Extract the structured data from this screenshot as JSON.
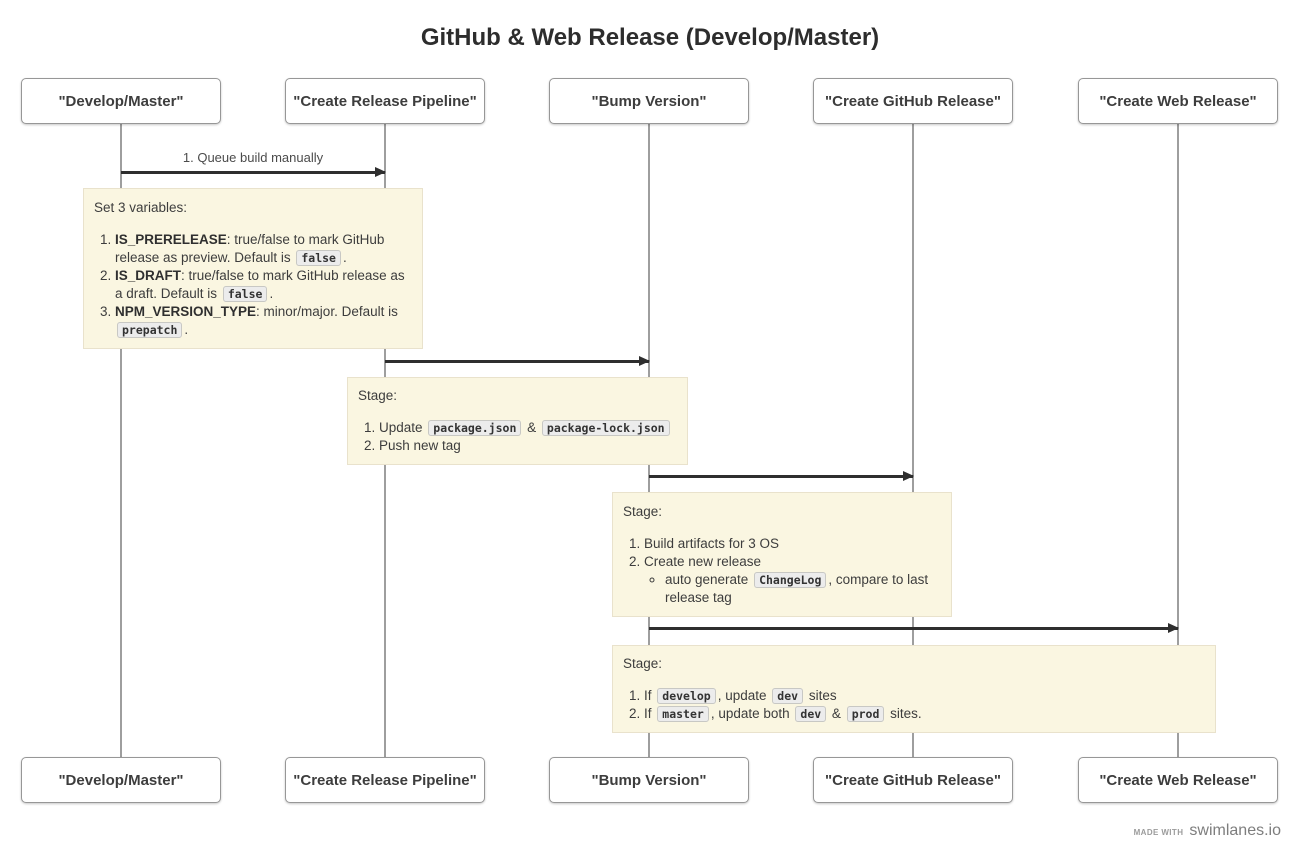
{
  "title": "GitHub & Web Release (Develop/Master)",
  "lanes": [
    {
      "label": "\"Develop/Master\""
    },
    {
      "label": "\"Create Release Pipeline\""
    },
    {
      "label": "\"Bump Version\""
    },
    {
      "label": "\"Create GitHub Release\""
    },
    {
      "label": "\"Create Web Release\""
    }
  ],
  "arrows": [
    {
      "from": "\"Develop/Master\"",
      "to": "\"Create Release Pipeline\"",
      "label": "1. Queue build manually"
    },
    {
      "from": "\"Create Release Pipeline\"",
      "to": "\"Bump Version\"",
      "label": ""
    },
    {
      "from": "\"Bump Version\"",
      "to": "\"Create GitHub Release\"",
      "label": ""
    },
    {
      "from": "\"Bump Version\"",
      "to": "\"Create Web Release\"",
      "label": ""
    }
  ],
  "notes": [
    {
      "title": "Set 3 variables:",
      "items": [
        {
          "parts": [
            {
              "t": "bold",
              "v": "IS_PRERELEASE"
            },
            {
              "t": "text",
              "v": ": true/false to mark GitHub release as preview. Default is "
            },
            {
              "t": "code",
              "v": "false"
            },
            {
              "t": "text",
              "v": "."
            }
          ]
        },
        {
          "parts": [
            {
              "t": "bold",
              "v": "IS_DRAFT"
            },
            {
              "t": "text",
              "v": ": true/false to mark GitHub release as a draft. Default is "
            },
            {
              "t": "code",
              "v": "false"
            },
            {
              "t": "text",
              "v": "."
            }
          ]
        },
        {
          "parts": [
            {
              "t": "bold",
              "v": "NPM_VERSION_TYPE"
            },
            {
              "t": "text",
              "v": ": minor/major. Default is "
            },
            {
              "t": "code",
              "v": "prepatch"
            },
            {
              "t": "text",
              "v": "."
            }
          ]
        }
      ]
    },
    {
      "title": "Stage:",
      "items": [
        {
          "parts": [
            {
              "t": "text",
              "v": "Update "
            },
            {
              "t": "code",
              "v": "package.json"
            },
            {
              "t": "text",
              "v": " & "
            },
            {
              "t": "code",
              "v": "package-lock.json"
            }
          ]
        },
        {
          "parts": [
            {
              "t": "text",
              "v": "Push new tag"
            }
          ]
        }
      ]
    },
    {
      "title": "Stage:",
      "items": [
        {
          "parts": [
            {
              "t": "text",
              "v": "Build artifacts for 3 OS"
            }
          ]
        },
        {
          "parts": [
            {
              "t": "text",
              "v": "Create new release"
            }
          ],
          "sub": [
            {
              "parts": [
                {
                  "t": "text",
                  "v": "auto generate "
                },
                {
                  "t": "code",
                  "v": "ChangeLog"
                },
                {
                  "t": "text",
                  "v": ", compare to last release tag"
                }
              ]
            }
          ]
        }
      ]
    },
    {
      "title": "Stage:",
      "items": [
        {
          "parts": [
            {
              "t": "text",
              "v": "If "
            },
            {
              "t": "code",
              "v": "develop"
            },
            {
              "t": "text",
              "v": ", update "
            },
            {
              "t": "code",
              "v": "dev"
            },
            {
              "t": "text",
              "v": " sites"
            }
          ]
        },
        {
          "parts": [
            {
              "t": "text",
              "v": "If "
            },
            {
              "t": "code",
              "v": "master"
            },
            {
              "t": "text",
              "v": ", update both "
            },
            {
              "t": "code",
              "v": "dev"
            },
            {
              "t": "text",
              "v": " & "
            },
            {
              "t": "code",
              "v": "prod"
            },
            {
              "t": "text",
              "v": " sites."
            }
          ]
        }
      ]
    }
  ],
  "footer": {
    "made_with": "MADE WITH",
    "brand": "swimlanes.io"
  },
  "colors": {
    "note_background": "#faf6e1",
    "note_border": "#e9e2cc",
    "code_background": "#ececec",
    "code_border": "#c8c8c4",
    "arrow": "#2e2e2e",
    "lifeline": "#9e9e9e",
    "lane_border": "#979797",
    "text": "#3d3d3d"
  }
}
